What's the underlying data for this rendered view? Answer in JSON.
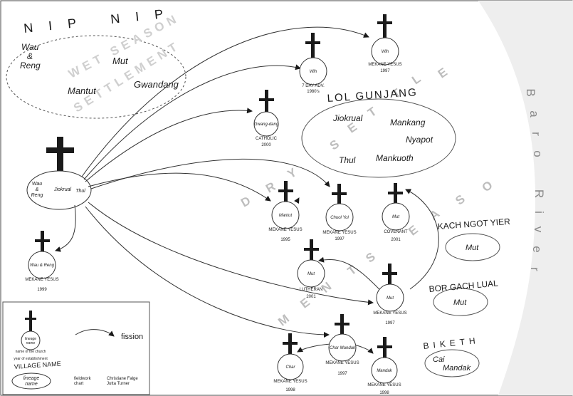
{
  "river": {
    "name": "Baro River",
    "letters": [
      "B",
      "a",
      "r",
      "o",
      "R",
      "i",
      "v",
      "e",
      "r"
    ]
  },
  "wet_season": {
    "title_left": "NIP NIP",
    "lineages": [
      "Wau & Reng",
      "Mut",
      "Mantut",
      "Gwandang"
    ],
    "wau": "Wau",
    "amp": "&",
    "reng": "Reng",
    "wm1": "WET SEASON",
    "wm2": "SETTLEMENT"
  },
  "dry_season": {
    "watermark": [
      "DRY",
      "SETTLEMENT",
      "SEASON"
    ],
    "letters": [
      "D",
      "R",
      "Y",
      "S",
      "E",
      "T",
      "T",
      "L",
      "E",
      "M",
      "E",
      "N",
      "T",
      "S",
      "E",
      "A",
      "S",
      "O",
      "N"
    ]
  },
  "villages": [
    {
      "name": "LOL GUNJANG",
      "lineages": [
        "Jiokrual",
        "Mankang",
        "Nyapot",
        "Thul",
        "Mankuoth"
      ]
    },
    {
      "name": "KACH NGOT YIER",
      "lineages": [
        "Mut"
      ]
    },
    {
      "name": "BOR GACH LUAL",
      "lineages": [
        "Mut"
      ]
    },
    {
      "name": "BIKETH",
      "lineages": [
        "Cai",
        "Mandak"
      ]
    }
  ],
  "origin": {
    "lineages": [
      "Wau",
      "&",
      "Reng",
      "Jiokrual",
      "Thul"
    ]
  },
  "churches": [
    {
      "id": "wih2",
      "lineage": "Wih",
      "church": "MEKANE YESUS",
      "year": "1997"
    },
    {
      "id": "wih1",
      "lineage": "Wih",
      "church": "7 DAY ADV.",
      "year": "1980's"
    },
    {
      "id": "gwandang",
      "lineage": "Gwang-dang",
      "church": "CATHOLIC",
      "year": "2000"
    },
    {
      "id": "mantut",
      "lineage": "Mantut",
      "church": "MEKANE YESUS",
      "year": "1995"
    },
    {
      "id": "chuolyol",
      "lineage": "Chuol Yol",
      "church": "MEKANE YESUS",
      "year": "1997"
    },
    {
      "id": "mut_cov",
      "lineage": "Mut",
      "church": "COVENANT",
      "year": "2001"
    },
    {
      "id": "waureng",
      "lineage": "Wau & Reng",
      "church": "MEKANE YESUS",
      "year": "1999"
    },
    {
      "id": "mut_luth",
      "lineage": "Mut",
      "church": "LUTHERAN",
      "year": "2001"
    },
    {
      "id": "mut_mek",
      "lineage": "Mut",
      "church": "MEKANE YESUS",
      "year": "1997"
    },
    {
      "id": "charmandak",
      "lineage": "Char Mandak",
      "church": "MEKANE YESUS",
      "year": "1997"
    },
    {
      "id": "char",
      "lineage": "Char",
      "church": "MEKANE YESUS",
      "year": "1998"
    },
    {
      "id": "mandak",
      "lineage": "Mandak",
      "church": "MEKANE YESUS",
      "year": "1998"
    }
  ],
  "legend": {
    "icon_line1": "lineage",
    "icon_line2": "name",
    "icon_church": "name of the church",
    "icon_year": "year of establishment",
    "fission": "fission",
    "village_name": "VILLAGE NAME",
    "village_lineage1": "lineage",
    "village_lineage2": "name",
    "credit_a1": "fieldwork",
    "credit_a2": "chart",
    "credit_b1": "Christiane Falge",
    "credit_b2": "Jutta Turner"
  },
  "colors": {
    "ink": "#1a1a1a",
    "watermark": "#bdbdbd",
    "river": "#eeeeee",
    "river_text": "#8a8a8a"
  }
}
